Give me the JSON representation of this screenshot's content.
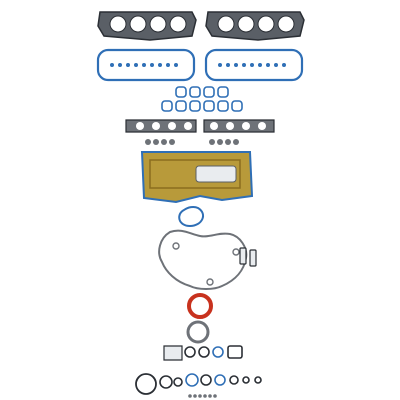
{
  "image": {
    "subject": "engine-full-gasket-set",
    "background_color": "#ffffff"
  },
  "colors": {
    "steel": "#5a5f66",
    "steel_dark": "#2b2f35",
    "blue_seal": "#2f6fb6",
    "blue_light": "#7fb0e0",
    "gold": "#b89a3a",
    "gold_dark": "#8a6d1e",
    "red_seal": "#c8321e",
    "gray_ring": "#6e7278",
    "white_part": "#e9ecef"
  },
  "parts": {
    "head_gaskets": 2,
    "valve_cover_gaskets": 2,
    "intake_port_seals": 10,
    "exhaust_manifold_gaskets": 2,
    "oil_pan_gasket": 1,
    "timing_cover_gasket": 1,
    "rear_main_seal": 1
  }
}
